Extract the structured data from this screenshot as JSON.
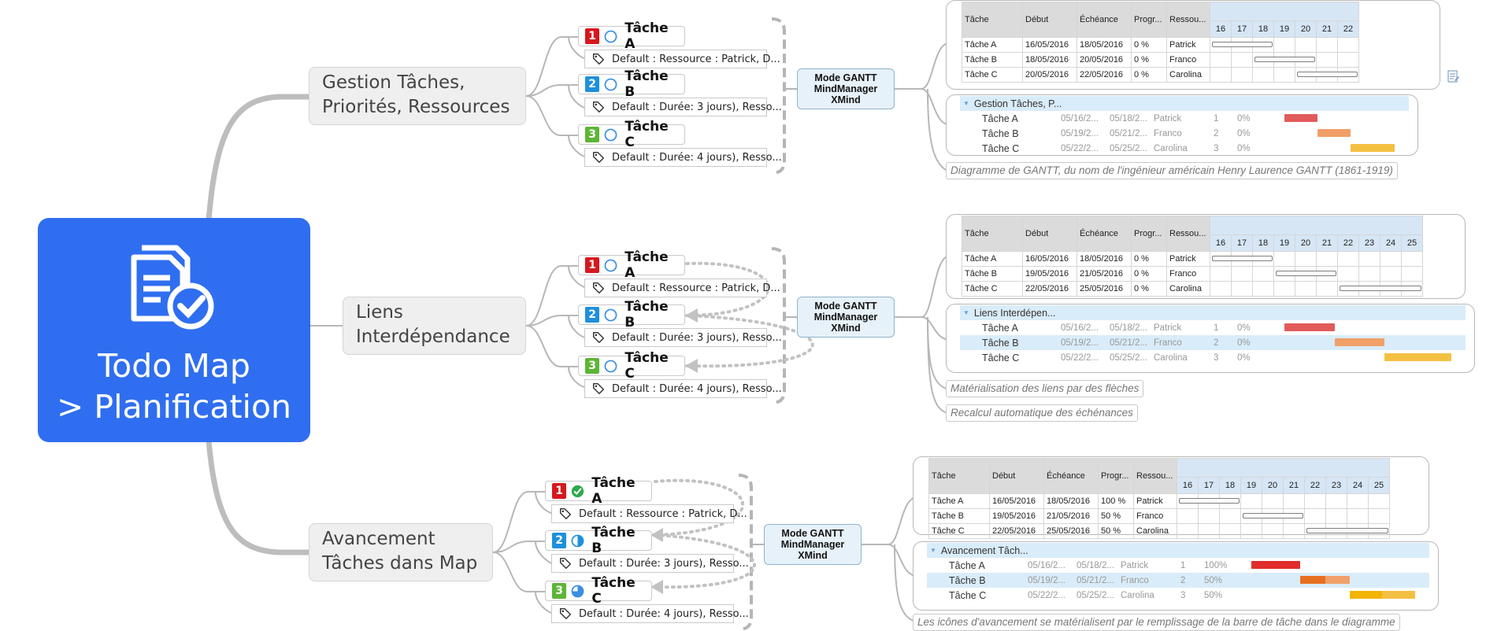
{
  "central": {
    "line1": "Todo Map",
    "line2": "> Planification"
  },
  "branches": [
    {
      "line1": "Gestion Tâches,",
      "line2": "Priorités, Ressources"
    },
    {
      "line1": "Liens",
      "line2": "Interdépendance"
    },
    {
      "line1": "Avancement",
      "line2": "Tâches dans Map"
    }
  ],
  "groups": [
    {
      "tasks": [
        {
          "priority": "1",
          "progress": "0%",
          "name": "Tâche A",
          "tag": "Default : Ressource : Patrick, D..."
        },
        {
          "priority": "2",
          "progress": "0%",
          "name": "Tâche B",
          "tag": "Default : Durée: 3 jours), Resso..."
        },
        {
          "priority": "3",
          "progress": "0%",
          "name": "Tâche C",
          "tag": "Default : Durée: 4 jours), Resso..."
        }
      ],
      "mode": {
        "l1": "Mode GANTT",
        "l2": "MindManager",
        "l3": "XMind"
      },
      "table": {
        "headers": [
          "Tâche",
          "Début",
          "Échéance",
          "Progr...",
          "Ressou..."
        ],
        "days": [
          "16",
          "17",
          "18",
          "19",
          "20",
          "21",
          "22"
        ],
        "rows": [
          [
            "Tâche A",
            "16/05/2016",
            "18/05/2016",
            "0 %",
            "Patrick"
          ],
          [
            "Tâche B",
            "18/05/2016",
            "20/05/2016",
            "0 %",
            "Franco"
          ],
          [
            "Tâche C",
            "20/05/2016",
            "22/05/2016",
            "0 %",
            "Carolina"
          ]
        ]
      },
      "project": {
        "group": "Gestion Tâches, P...",
        "rows": [
          {
            "name": "Tâche A",
            "start": "05/16/2...",
            "end": "05/18/2...",
            "res": "Patrick",
            "id": "1",
            "pct": "0%"
          },
          {
            "name": "Tâche B",
            "start": "05/19/2...",
            "end": "05/21/2...",
            "res": "Franco",
            "id": "2",
            "pct": "0%"
          },
          {
            "name": "Tâche C",
            "start": "05/22/2...",
            "end": "05/25/2...",
            "res": "Carolina",
            "id": "3",
            "pct": "0%"
          }
        ]
      },
      "notes": [
        "Diagramme de GANTT, du nom de l'ingénieur américain Henry Laurence GANTT (1861-1919)"
      ]
    },
    {
      "tasks": [
        {
          "priority": "1",
          "progress": "0%",
          "name": "Tâche A",
          "tag": "Default : Ressource : Patrick, D..."
        },
        {
          "priority": "2",
          "progress": "0%",
          "name": "Tâche B",
          "tag": "Default : Durée: 3 jours), Resso..."
        },
        {
          "priority": "3",
          "progress": "0%",
          "name": "Tâche C",
          "tag": "Default : Durée: 4 jours), Resso..."
        }
      ],
      "mode": {
        "l1": "Mode GANTT",
        "l2": "MindManager",
        "l3": "XMind"
      },
      "table": {
        "headers": [
          "Tâche",
          "Début",
          "Échéance",
          "Progr...",
          "Ressou..."
        ],
        "days": [
          "16",
          "17",
          "18",
          "19",
          "20",
          "21",
          "22",
          "23",
          "24",
          "25"
        ],
        "rows": [
          [
            "Tâche A",
            "16/05/2016",
            "18/05/2016",
            "0 %",
            "Patrick"
          ],
          [
            "Tâche B",
            "19/05/2016",
            "21/05/2016",
            "0 %",
            "Franco"
          ],
          [
            "Tâche C",
            "22/05/2016",
            "25/05/2016",
            "0 %",
            "Carolina"
          ]
        ]
      },
      "project": {
        "group": "Liens Interdépen...",
        "rows": [
          {
            "name": "Tâche A",
            "start": "05/16/2...",
            "end": "05/18/2...",
            "res": "Patrick",
            "id": "1",
            "pct": "0%"
          },
          {
            "name": "Tâche B",
            "start": "05/19/2...",
            "end": "05/21/2...",
            "res": "Franco",
            "id": "2",
            "pct": "0%"
          },
          {
            "name": "Tâche C",
            "start": "05/22/2...",
            "end": "05/25/2...",
            "res": "Carolina",
            "id": "3",
            "pct": "0%"
          }
        ]
      },
      "notes": [
        "Matérialisation des liens par des flèches",
        "Recalcul automatique des échénances"
      ]
    },
    {
      "tasks": [
        {
          "priority": "1",
          "progress": "100%",
          "name": "Tâche A",
          "tag": "Default : Ressource : Patrick, D..."
        },
        {
          "priority": "2",
          "progress": "50%",
          "name": "Tâche B",
          "tag": "Default : Durée: 3 jours), Resso..."
        },
        {
          "priority": "3",
          "progress": "75%",
          "name": "Tâche C",
          "tag": "Default : Durée: 4 jours), Resso..."
        }
      ],
      "mode": {
        "l1": "Mode GANTT",
        "l2": "MindManager",
        "l3": "XMind"
      },
      "table": {
        "headers": [
          "Tâche",
          "Début",
          "Échéance",
          "Progr...",
          "Ressou..."
        ],
        "days": [
          "16",
          "17",
          "18",
          "19",
          "20",
          "21",
          "22",
          "23",
          "24",
          "25"
        ],
        "rows": [
          [
            "Tâche A",
            "16/05/2016",
            "18/05/2016",
            "100 %",
            "Patrick"
          ],
          [
            "Tâche B",
            "19/05/2016",
            "21/05/2016",
            "50 %",
            "Franco"
          ],
          [
            "Tâche C",
            "22/05/2016",
            "25/05/2016",
            "50 %",
            "Carolina"
          ]
        ]
      },
      "project": {
        "group": "Avancement Tâch...",
        "rows": [
          {
            "name": "Tâche A",
            "start": "05/16/2...",
            "end": "05/18/2...",
            "res": "Patrick",
            "id": "1",
            "pct": "100%"
          },
          {
            "name": "Tâche B",
            "start": "05/19/2...",
            "end": "05/21/2...",
            "res": "Franco",
            "id": "2",
            "pct": "50%"
          },
          {
            "name": "Tâche C",
            "start": "05/22/2...",
            "end": "05/25/2...",
            "res": "Carolina",
            "id": "3",
            "pct": "50%"
          }
        ]
      },
      "notes": [
        "Les icônes d'avancement se matérialisent par le remplissage de la barre de tâche dans le diagramme"
      ]
    }
  ],
  "colors": {
    "central": "#2f6ef0",
    "p1": "#d6181e",
    "p2": "#1e90dd",
    "p3": "#5db535",
    "complete": "#2fa84f"
  }
}
